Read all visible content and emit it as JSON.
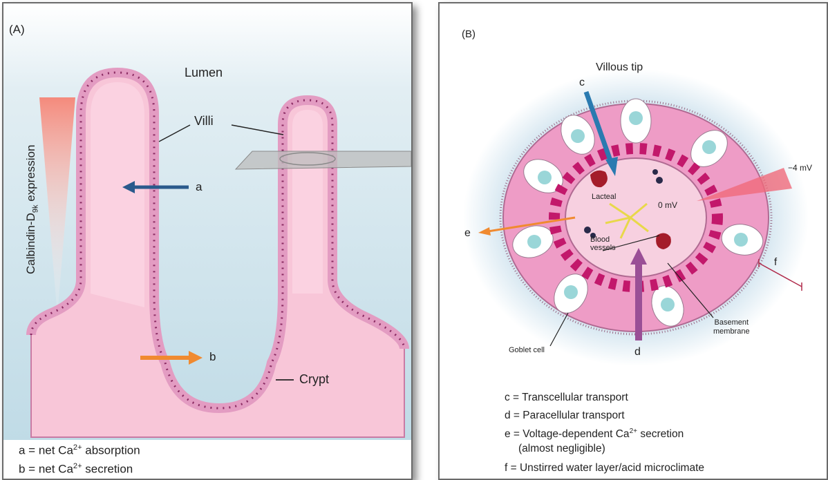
{
  "panelA": {
    "panel_label": "(A)",
    "lumen": "Lumen",
    "villi": "Villi",
    "crypt": "Crypt",
    "gradient_label_main": "Calbindin-D",
    "gradient_label_sub": "9k",
    "gradient_label_tail": " expression",
    "arrow_a": "a",
    "arrow_b": "b",
    "legend_a_prefix": "a = net Ca",
    "legend_a_sup": "2+",
    "legend_a_suffix": " absorption",
    "legend_b_prefix": "b = net Ca",
    "legend_b_sup": "2+",
    "legend_b_suffix": " secretion",
    "colors": {
      "lumen_bg": "#c9e1ea",
      "tissue": "#f8c6d8",
      "epithelium": "#e39cc2",
      "arrow_a": "#2a5a8c",
      "arrow_b": "#f08a30"
    }
  },
  "panelB": {
    "panel_label": "(B)",
    "villous_tip": "Villous tip",
    "arrow_c": "c",
    "arrow_d": "d",
    "arrow_e": "e",
    "label_f": "f",
    "minus4mv": "−4 mV",
    "zeromv": "0 mV",
    "lacteal": "Lacteal",
    "blood_vessels_1": "Blood",
    "blood_vessels_2": "vessels",
    "goblet_cell": "Goblet cell",
    "basement_1": "Basement",
    "basement_2": "membrane",
    "legend_c": "c = Transcellular transport",
    "legend_d": "d = Paracellular transport",
    "legend_e_prefix": "e = Voltage-dependent Ca",
    "legend_e_sup": "2+",
    "legend_e_suffix": " secretion",
    "legend_e_line2": "(almost negligible)",
    "legend_f": "f = Unstirred water layer/acid microclimate",
    "colors": {
      "arrow_c": "#2a7ab0",
      "arrow_d": "#9a4f96",
      "arrow_e": "#f08a30",
      "cone": "#f06a7a",
      "ring": "#ee9cc6",
      "nuclei": "#c2186b"
    }
  }
}
